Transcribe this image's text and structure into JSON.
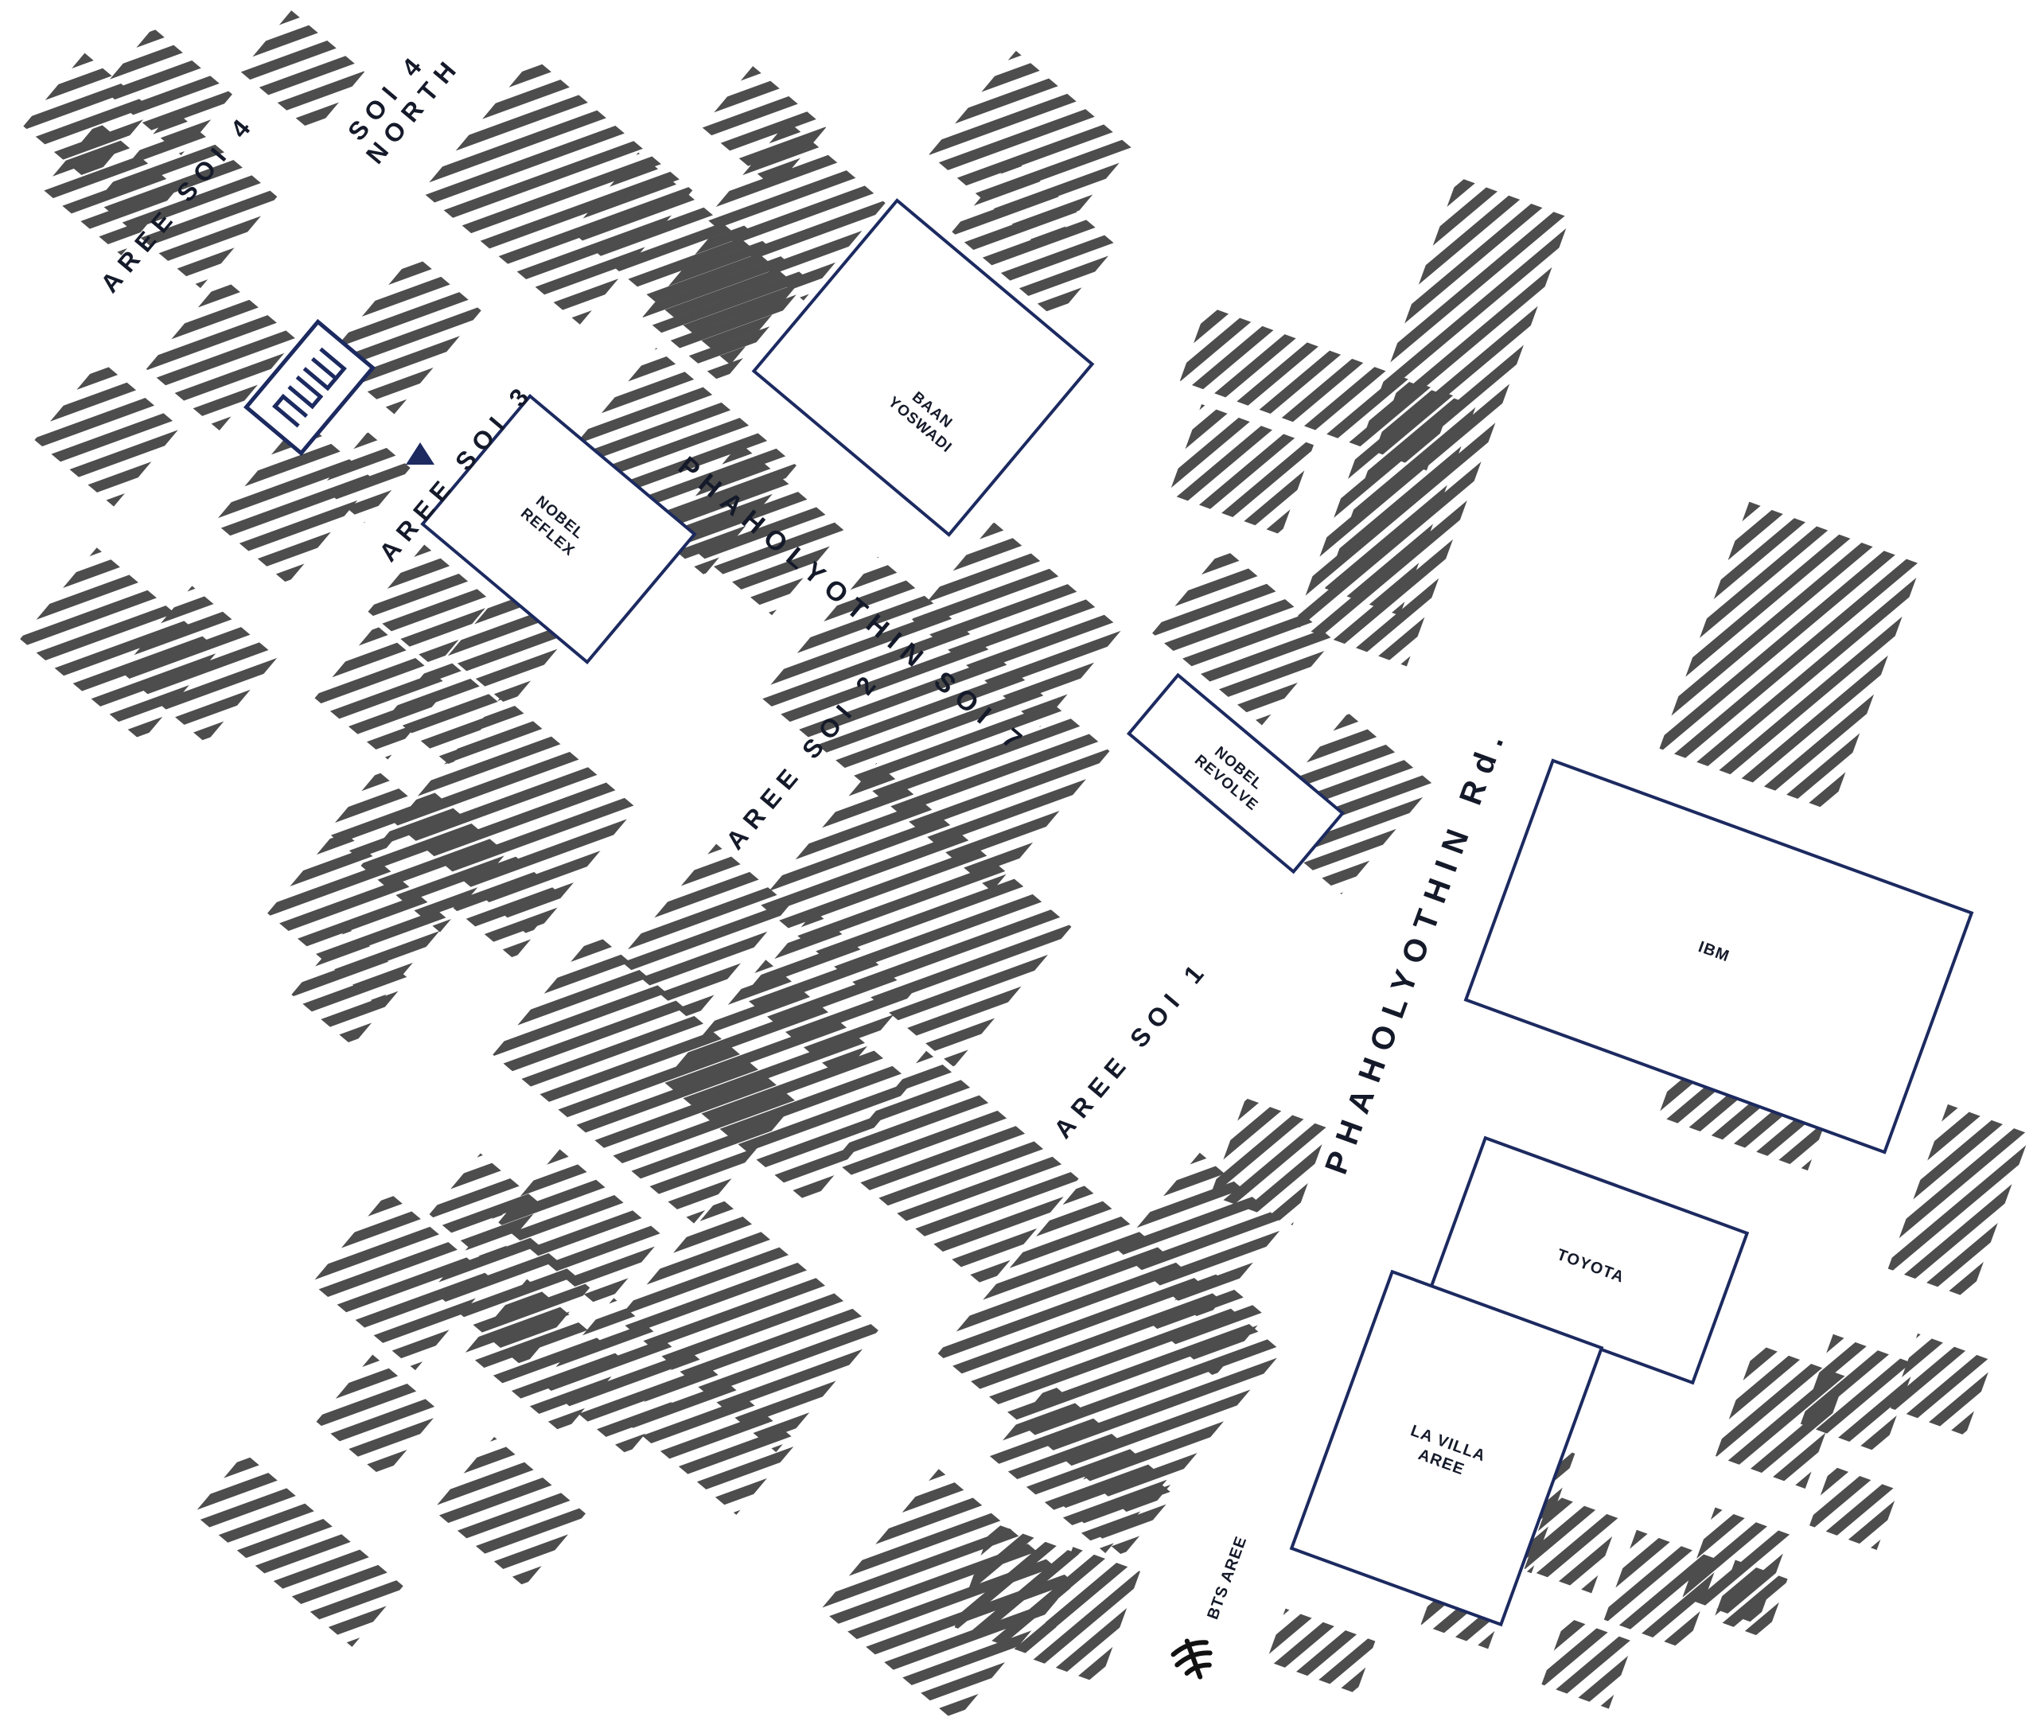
{
  "colors": {
    "block_hatch": "#4d4d4d",
    "landmark_outline": "#1c2a60",
    "text": "#151a2a",
    "background": "#ffffff"
  },
  "roads": [
    {
      "id": "aree-soi-4",
      "label": "AREE SOI 4"
    },
    {
      "id": "soi-4-north-1",
      "label": "SOI 4"
    },
    {
      "id": "soi-4-north-2",
      "label": "NORTH"
    },
    {
      "id": "aree-soi-3",
      "label": "AREE SOI 3"
    },
    {
      "id": "phaholyothin-soi-7",
      "label": "PHAHOLYOTHIN SOI 7"
    },
    {
      "id": "aree-soi-2",
      "label": "AREE SOI 2"
    },
    {
      "id": "aree-soi-1",
      "label": "AREE SOI 1"
    },
    {
      "id": "phaholyothin-rd",
      "label": "PHAHOLYOTHIN Rd."
    }
  ],
  "landmarks": [
    {
      "id": "baan-yoswadi",
      "lines": [
        "BAAN",
        "YOSWADI"
      ]
    },
    {
      "id": "nobel-reflex",
      "lines": [
        "NOBEL",
        "REFLEX"
      ]
    },
    {
      "id": "nobel-revolve",
      "lines": [
        "NOBEL",
        "REVOLVE"
      ]
    },
    {
      "id": "ibm",
      "lines": [
        "IBM"
      ]
    },
    {
      "id": "toyota",
      "lines": [
        "TOYOTA"
      ]
    },
    {
      "id": "la-villa-aree",
      "lines": [
        "LA VILLA",
        "AREE"
      ]
    }
  ],
  "brand_logo": {
    "icon": "brand-logo-icon"
  },
  "location_marker": {
    "icon": "triangle-marker-icon"
  },
  "transit": {
    "label": "BTS AREE",
    "icon": "bts-icon"
  }
}
